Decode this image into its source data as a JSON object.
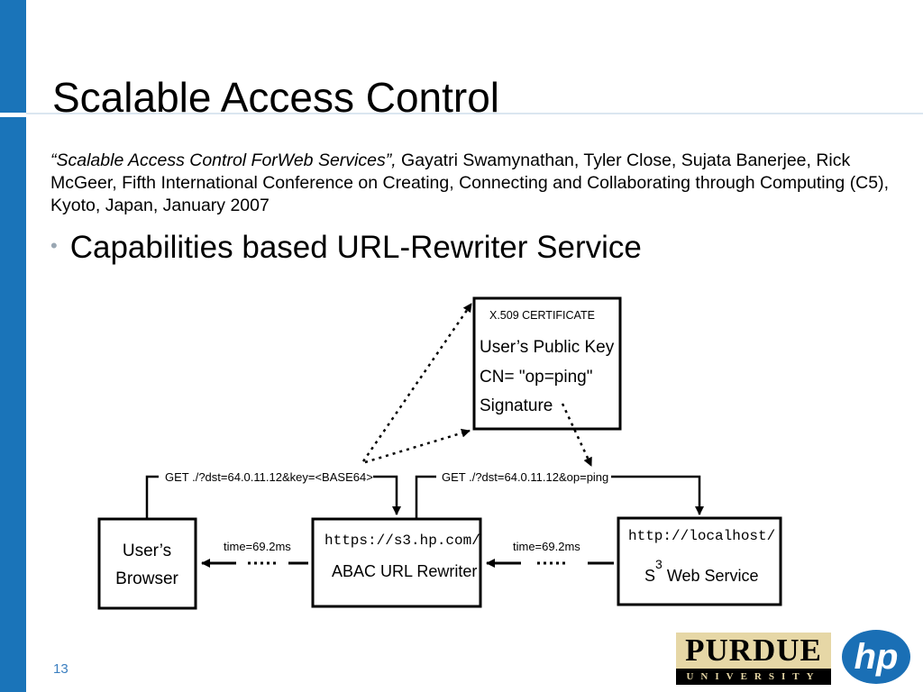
{
  "slide": {
    "title": "Scalable Access Control",
    "citation_italic": "“Scalable Access Control ForWeb Services”,",
    "citation_rest": " Gayatri Swamynathan, Tyler Close, Sujata Banerjee, Rick McGeer, Fifth International Conference on Creating, Connecting and Collaborating through Computing (C5), Kyoto, Japan, January 2007",
    "bullet": "Capabilities based URL-Rewriter Service",
    "page_number": "13"
  },
  "diagram": {
    "certificate": {
      "header": "X.509 CERTIFICATE",
      "line1": "User’s Public Key",
      "line2": "CN= \"op=ping\"",
      "line3": "Signature"
    },
    "browser": {
      "line1": "User’s",
      "line2": "Browser"
    },
    "rewriter": {
      "url": "https://s3.hp.com/",
      "label": "ABAC URL Rewriter"
    },
    "webservice": {
      "url": "http://localhost/",
      "s": "S",
      "superscript": "3",
      "label": " Web Service"
    },
    "request_left": "GET ./?dst=64.0.11.12&key=<BASE64>",
    "request_right": "GET ./?dst=64.0.11.12&op=ping",
    "time_left": "time=69.2ms",
    "time_right": "time=69.2ms"
  },
  "logos": {
    "purdue_name": "PURDUE",
    "purdue_sub": "UNIVERSITY",
    "hp": "hp"
  },
  "colors": {
    "accent_bar": "#1a74b9",
    "hp_blue": "#1a6fb5",
    "purdue_gold": "#e6d7a6"
  }
}
